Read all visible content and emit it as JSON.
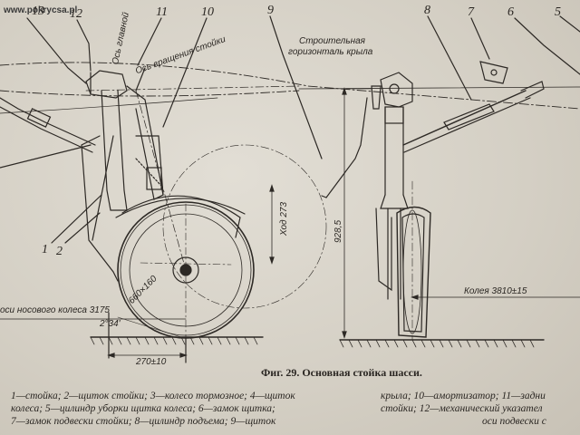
{
  "watermark": "www.pokrycsa.pl",
  "part_numbers": {
    "n13": "13",
    "n12": "12",
    "n11": "11",
    "n10": "10",
    "n9": "9",
    "n8": "8",
    "n7": "7",
    "n6": "6",
    "n5": "5",
    "n1": "1",
    "n2": "2"
  },
  "annotations": {
    "main_axis": "Ось главной",
    "rotation_axis": "Ось вращения стойки",
    "wing_line_1": "Строительная",
    "wing_line_2": "горизонталь крыла",
    "stroke": "Ход 273",
    "height": "928,5",
    "tire": "660×160",
    "nose_axis": "оси носового колеса 3175",
    "track": "Колея 3810±15",
    "angle": "2°34'",
    "offset": "270±10"
  },
  "caption": "Фиг. 29. Основная стойка шасси.",
  "legend_left": [
    "1—стойка; 2—щиток стойки; 3—колесо тормозное; 4—щиток",
    "колеса; 5—цилиндр уборки щитка колеса; 6—замок щитка;",
    "7—замок подвески стойки; 8—цилиндр подъема; 9—щиток"
  ],
  "legend_right": [
    "крыла; 10—амортизатор; 11—задни",
    "стойки; 12—механический указател",
    "оси подвески с"
  ]
}
